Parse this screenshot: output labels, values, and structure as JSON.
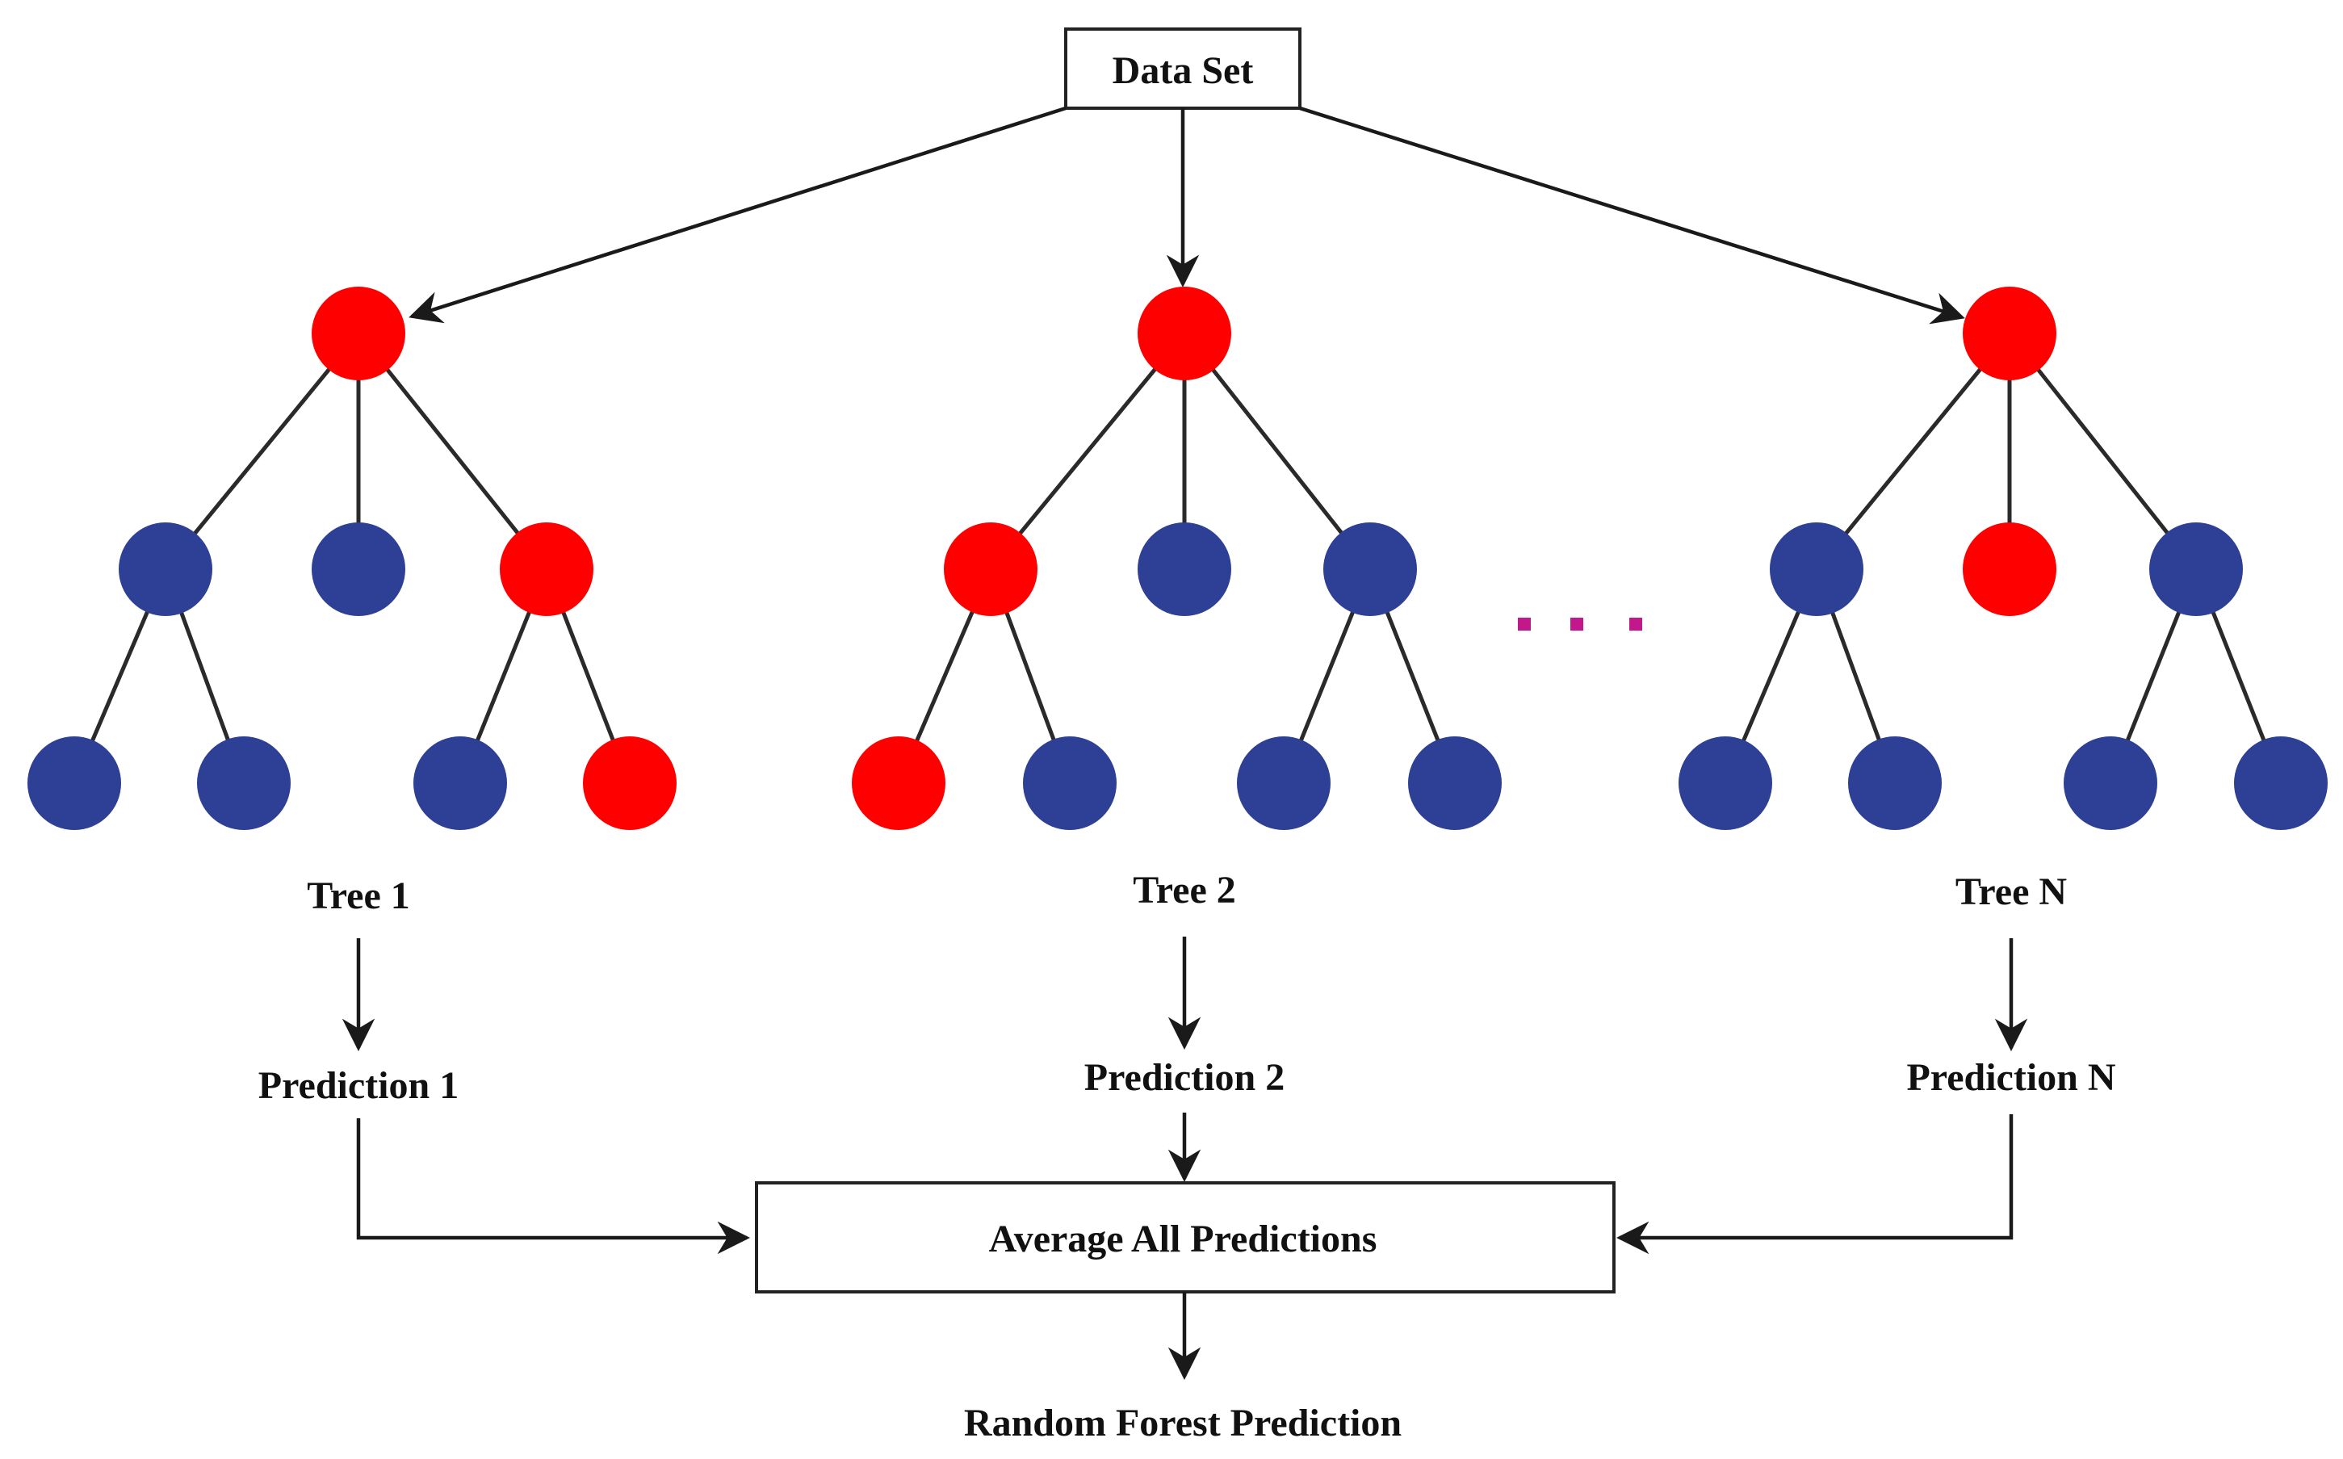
{
  "source_label": "Data Set",
  "trees": [
    {
      "label": "Tree 1",
      "prediction": "Prediction 1",
      "nodes": {
        "root": "red",
        "level1": [
          "blue",
          "blue",
          "red"
        ],
        "level2": [
          "blue",
          "blue",
          "blue",
          "red"
        ]
      }
    },
    {
      "label": "Tree 2",
      "prediction": "Prediction 2",
      "nodes": {
        "root": "red",
        "level1": [
          "red",
          "blue",
          "blue"
        ],
        "level2": [
          "red",
          "blue",
          "blue",
          "blue"
        ]
      }
    },
    {
      "label": "Tree N",
      "prediction": "Prediction N",
      "nodes": {
        "root": "red",
        "level1": [
          "blue",
          "red",
          "blue"
        ],
        "level2": [
          "blue",
          "blue",
          "blue",
          "blue"
        ]
      }
    }
  ],
  "aggregate_label": "Average All Predictions",
  "output_label": "Random Forest Prediction",
  "colors": {
    "red": "#ff0000",
    "blue": "#2e3f96",
    "ellipsis": "#c2188c",
    "line": "#2a2a2a"
  }
}
